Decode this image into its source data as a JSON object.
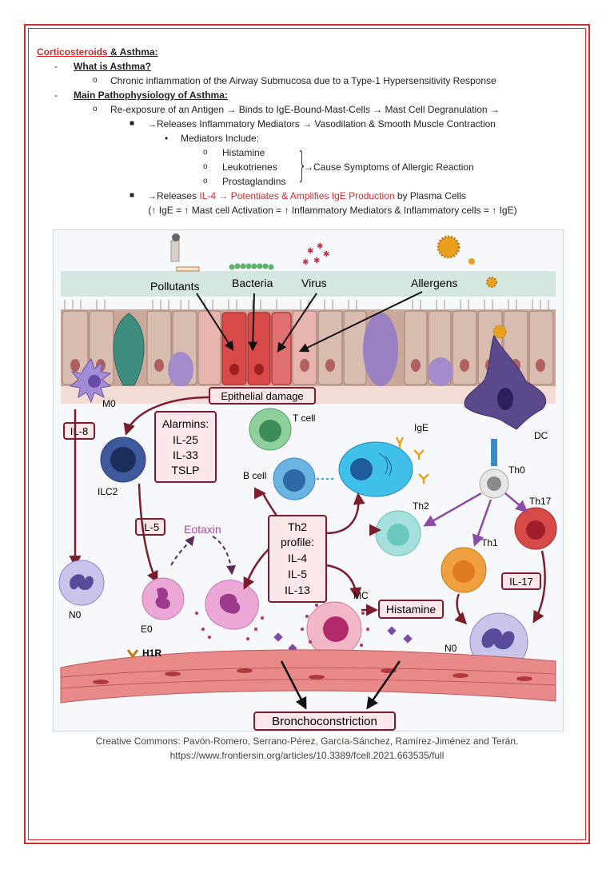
{
  "notes": {
    "heading_red": "Corticosteroids",
    "heading_rest": " & Asthma:",
    "q1": "What is Asthma?",
    "q1_answer": "Chronic inflammation of the Airway Submucosa due to a Type-1 Hypersensitivity Response",
    "q2": "Main Pathophysiology of Asthma:",
    "q2_step1": "Re-exposure of an Antigen → Binds to IgE-Bound-Mast-Cells → Mast Cell Degranulation →",
    "q2_step2": "→Releases Inflammatory Mediators → Vasodilation & Smooth Muscle Contraction",
    "mediators_label": "Mediators Include:",
    "mediators": [
      "Histamine",
      "Leukotrienes",
      "Prostaglandins"
    ],
    "mediators_effect": "→Cause Symptoms of Allergic Reaction",
    "q2_step3_prefix": "→Releases ",
    "q2_step3_red": "IL-4 → Potentiates & Amplifies IgE Production",
    "q2_step3_suffix": " by Plasma Cells",
    "summary": "(↑ IgE = ↑ Mast cell Activation = ↑ Inflammatory Mediators & Inflammatory cells = ↑ IgE)"
  },
  "figure": {
    "triggers": [
      "Pollutants",
      "Bacteria",
      "Virus",
      "Allergens"
    ],
    "epithelial_damage": "Epithelial damage",
    "alarmins_title": "Alarmins:",
    "alarmins": [
      "IL-25",
      "IL-33",
      "TSLP"
    ],
    "il8": "IL-8",
    "il5": "IL-5",
    "il17": "IL-17",
    "eotaxin": "Eotaxin",
    "th2_profile": [
      "Th2",
      "profile:",
      "IL-4",
      "IL-5",
      "IL-13"
    ],
    "histamine": "Histamine",
    "h1r": "H1R",
    "bronchoconstriction": "Bronchoconstriction",
    "cells": {
      "m0": "M0",
      "ilc2": "ILC2",
      "n0_left": "N0",
      "e0": "E0",
      "t_cell": "T cell",
      "b_cell": "B cell",
      "ige": "IgE",
      "dc": "DC",
      "th0": "Th0",
      "th2": "Th2",
      "th17": "Th17",
      "th1": "Th1",
      "mc": "MC",
      "n0_right": "N0"
    },
    "colors": {
      "arrow": "#7a1e2e",
      "label_border": "#7a1e2e",
      "label_fill": "#fbe7ea",
      "eotaxin": "#b04aa8",
      "purple_arrow": "#8e4aa8",
      "epithelium": "#c9a89a",
      "damaged_cell": "#d84a4a",
      "muscle": "#e88a8a",
      "mucus": "#d4e6e0"
    }
  },
  "caption": {
    "line1": "Creative Commons: Pavón-Romero, Serrano-Pérez, García-Sánchez, Ramírez-Jiménez and Terán.",
    "line2": "https://www.frontiersin.org/articles/10.3389/fcell.2021.663535/full"
  }
}
